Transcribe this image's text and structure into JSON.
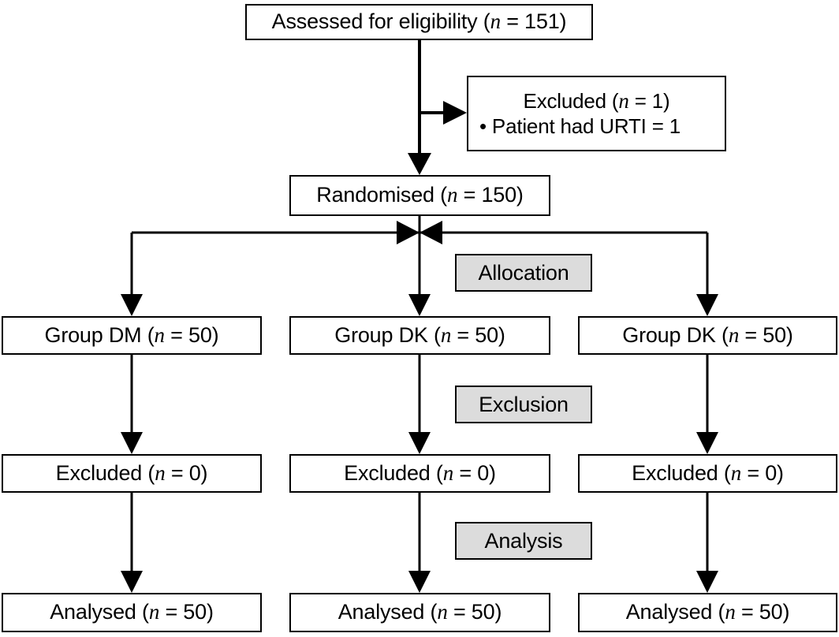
{
  "diagram": {
    "type": "consort-flow-diagram",
    "colors": {
      "line": "#000000",
      "box_border": "#000000",
      "box_fill": "#ffffff",
      "stage_fill": "#dcdcdc",
      "text": "#000000"
    },
    "nodes": {
      "assessed": {
        "label_prefix": "Assessed for eligibility (",
        "var": "n",
        "label_suffix": " = 151)"
      },
      "excluded_top": {
        "line1_prefix": "Excluded (",
        "line1_var": "n",
        "line1_suffix": " = 1)",
        "line2": "• Patient had URTI = 1"
      },
      "randomised": {
        "label_prefix": "Randomised (",
        "var": "n",
        "label_suffix": " = 150)"
      },
      "group_1": {
        "label_prefix": "Group DM (",
        "var": "n",
        "label_suffix": " = 50)"
      },
      "group_2": {
        "label_prefix": "Group DK (",
        "var": "n",
        "label_suffix": " = 50)"
      },
      "group_3": {
        "label_prefix": "Group DK (",
        "var": "n",
        "label_suffix": " = 50)"
      },
      "excluded_1": {
        "label_prefix": "Excluded (",
        "var": "n",
        "label_suffix": " = 0)"
      },
      "excluded_2": {
        "label_prefix": "Excluded (",
        "var": "n",
        "label_suffix": " = 0)"
      },
      "excluded_3": {
        "label_prefix": "Excluded (",
        "var": "n",
        "label_suffix": " = 0)"
      },
      "analysed_1": {
        "label_prefix": "Analysed (",
        "var": "n",
        "label_suffix": " = 50)"
      },
      "analysed_2": {
        "label_prefix": "Analysed (",
        "var": "n",
        "label_suffix": " = 50)"
      },
      "analysed_3": {
        "label_prefix": "Analysed (",
        "var": "n",
        "label_suffix": " = 50)"
      }
    },
    "stages": {
      "allocation": "Allocation",
      "exclusion": "Exclusion",
      "analysis": "Analysis"
    }
  }
}
